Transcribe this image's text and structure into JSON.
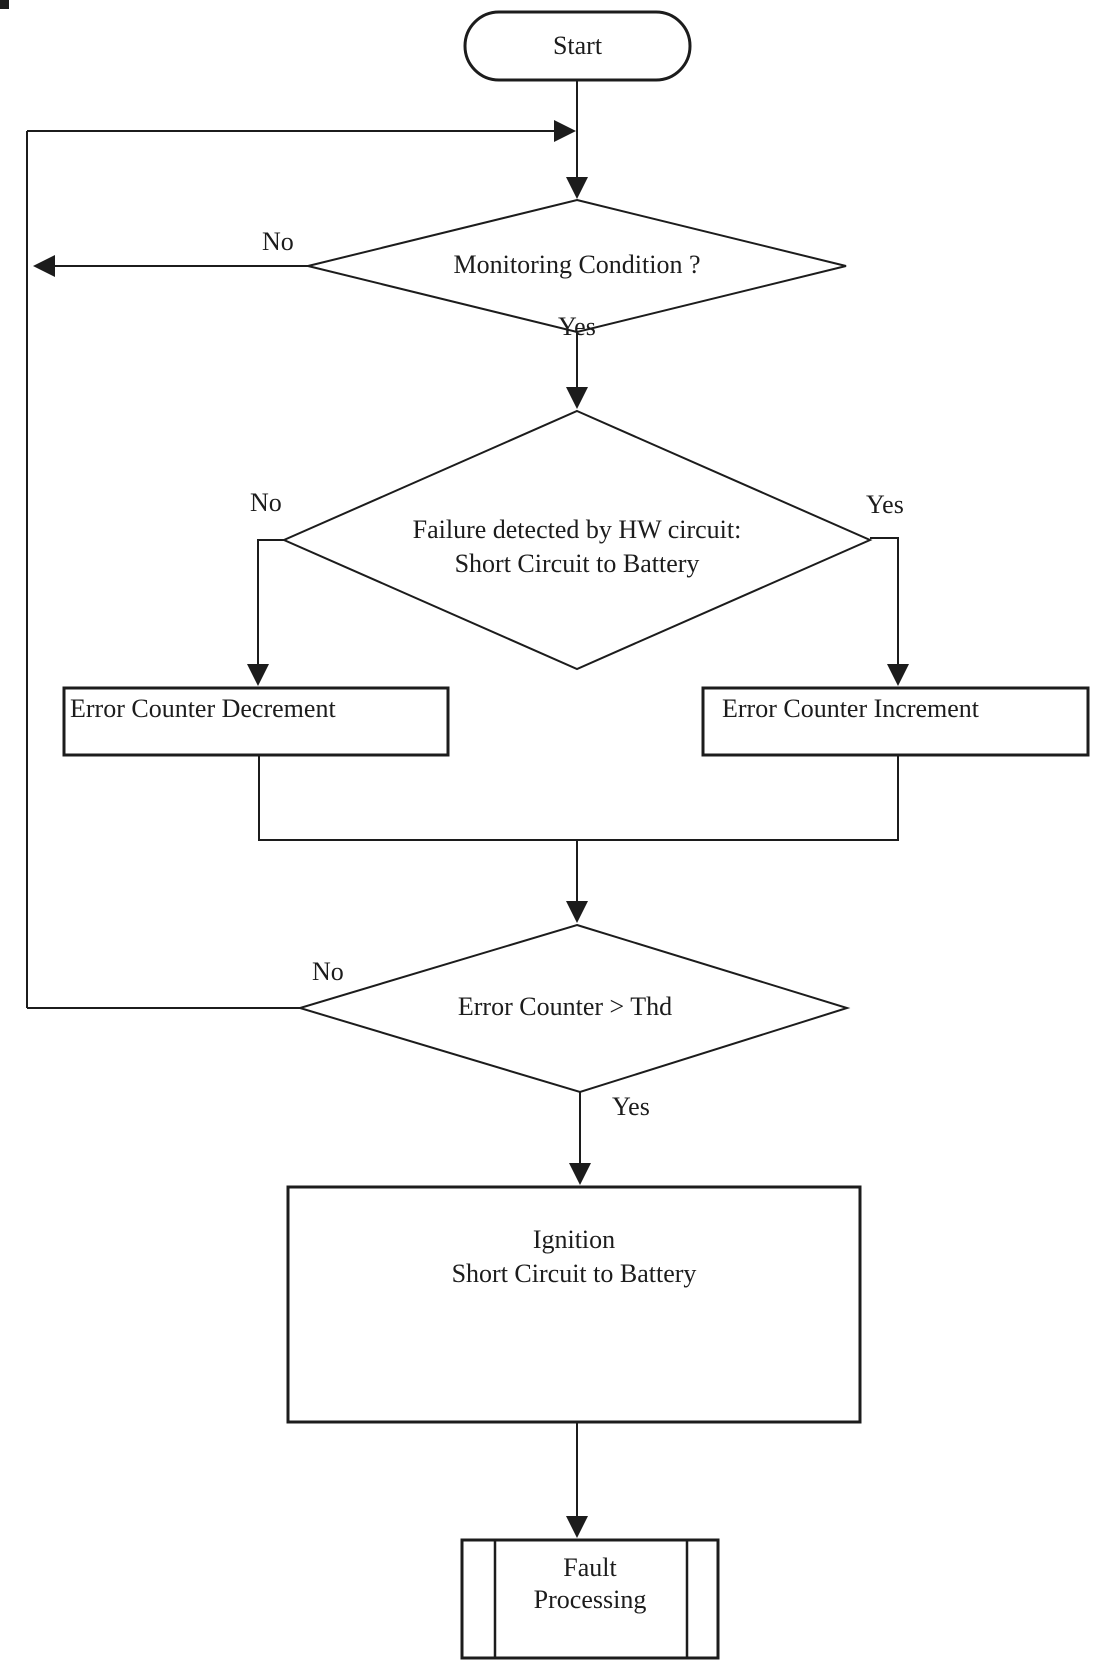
{
  "flowchart": {
    "start": {
      "label": "Start"
    },
    "decision_monitoring": {
      "label": "Monitoring Condition ?",
      "no": "No",
      "yes": "Yes"
    },
    "decision_failure": {
      "line1": "Failure detected by HW circuit:",
      "line2": "Short Circuit to Battery",
      "no": "No",
      "yes": "Yes"
    },
    "process_decrement": {
      "label": "Error Counter Decrement"
    },
    "process_increment": {
      "label": "Error Counter Increment"
    },
    "decision_threshold": {
      "label": "Error Counter > Thd",
      "no": "No",
      "yes": "Yes"
    },
    "process_ignition": {
      "line1": "Ignition",
      "line2": "Short Circuit to Battery"
    },
    "subroutine_fault": {
      "line1": "Fault",
      "line2": "Processing"
    },
    "colors": {
      "line": "#1c1c1c",
      "text": "#1c1c1c",
      "background": "#ffffff"
    }
  }
}
